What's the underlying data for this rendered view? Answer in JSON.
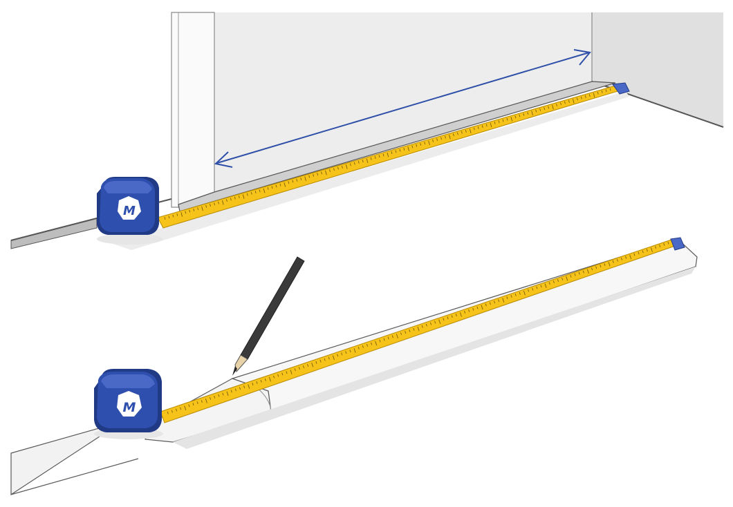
{
  "illustration": {
    "brand_letter": "M",
    "colors": {
      "wall": "#ededed",
      "wall_edge": "#555555",
      "floor_shadow": "#e2e2e2",
      "tape_yellow": "#f6c31a",
      "tape_dark": "#b88a00",
      "tape_tick": "#6b5200",
      "case_blue": "#2f4fae",
      "case_blue_dark": "#213a86",
      "case_blue_light": "#4a68c6",
      "arrow_blue": "#2e4fa8",
      "pencil": "#3a3a3a",
      "molding": "#f4f4f4",
      "outline": "#5a5a5a"
    },
    "scenes": [
      {
        "name": "measure-wall",
        "icons": [
          "tape-measure-icon",
          "double-arrow-icon"
        ]
      },
      {
        "name": "mark-baseboard",
        "icons": [
          "tape-measure-icon",
          "pencil-icon"
        ]
      }
    ]
  }
}
